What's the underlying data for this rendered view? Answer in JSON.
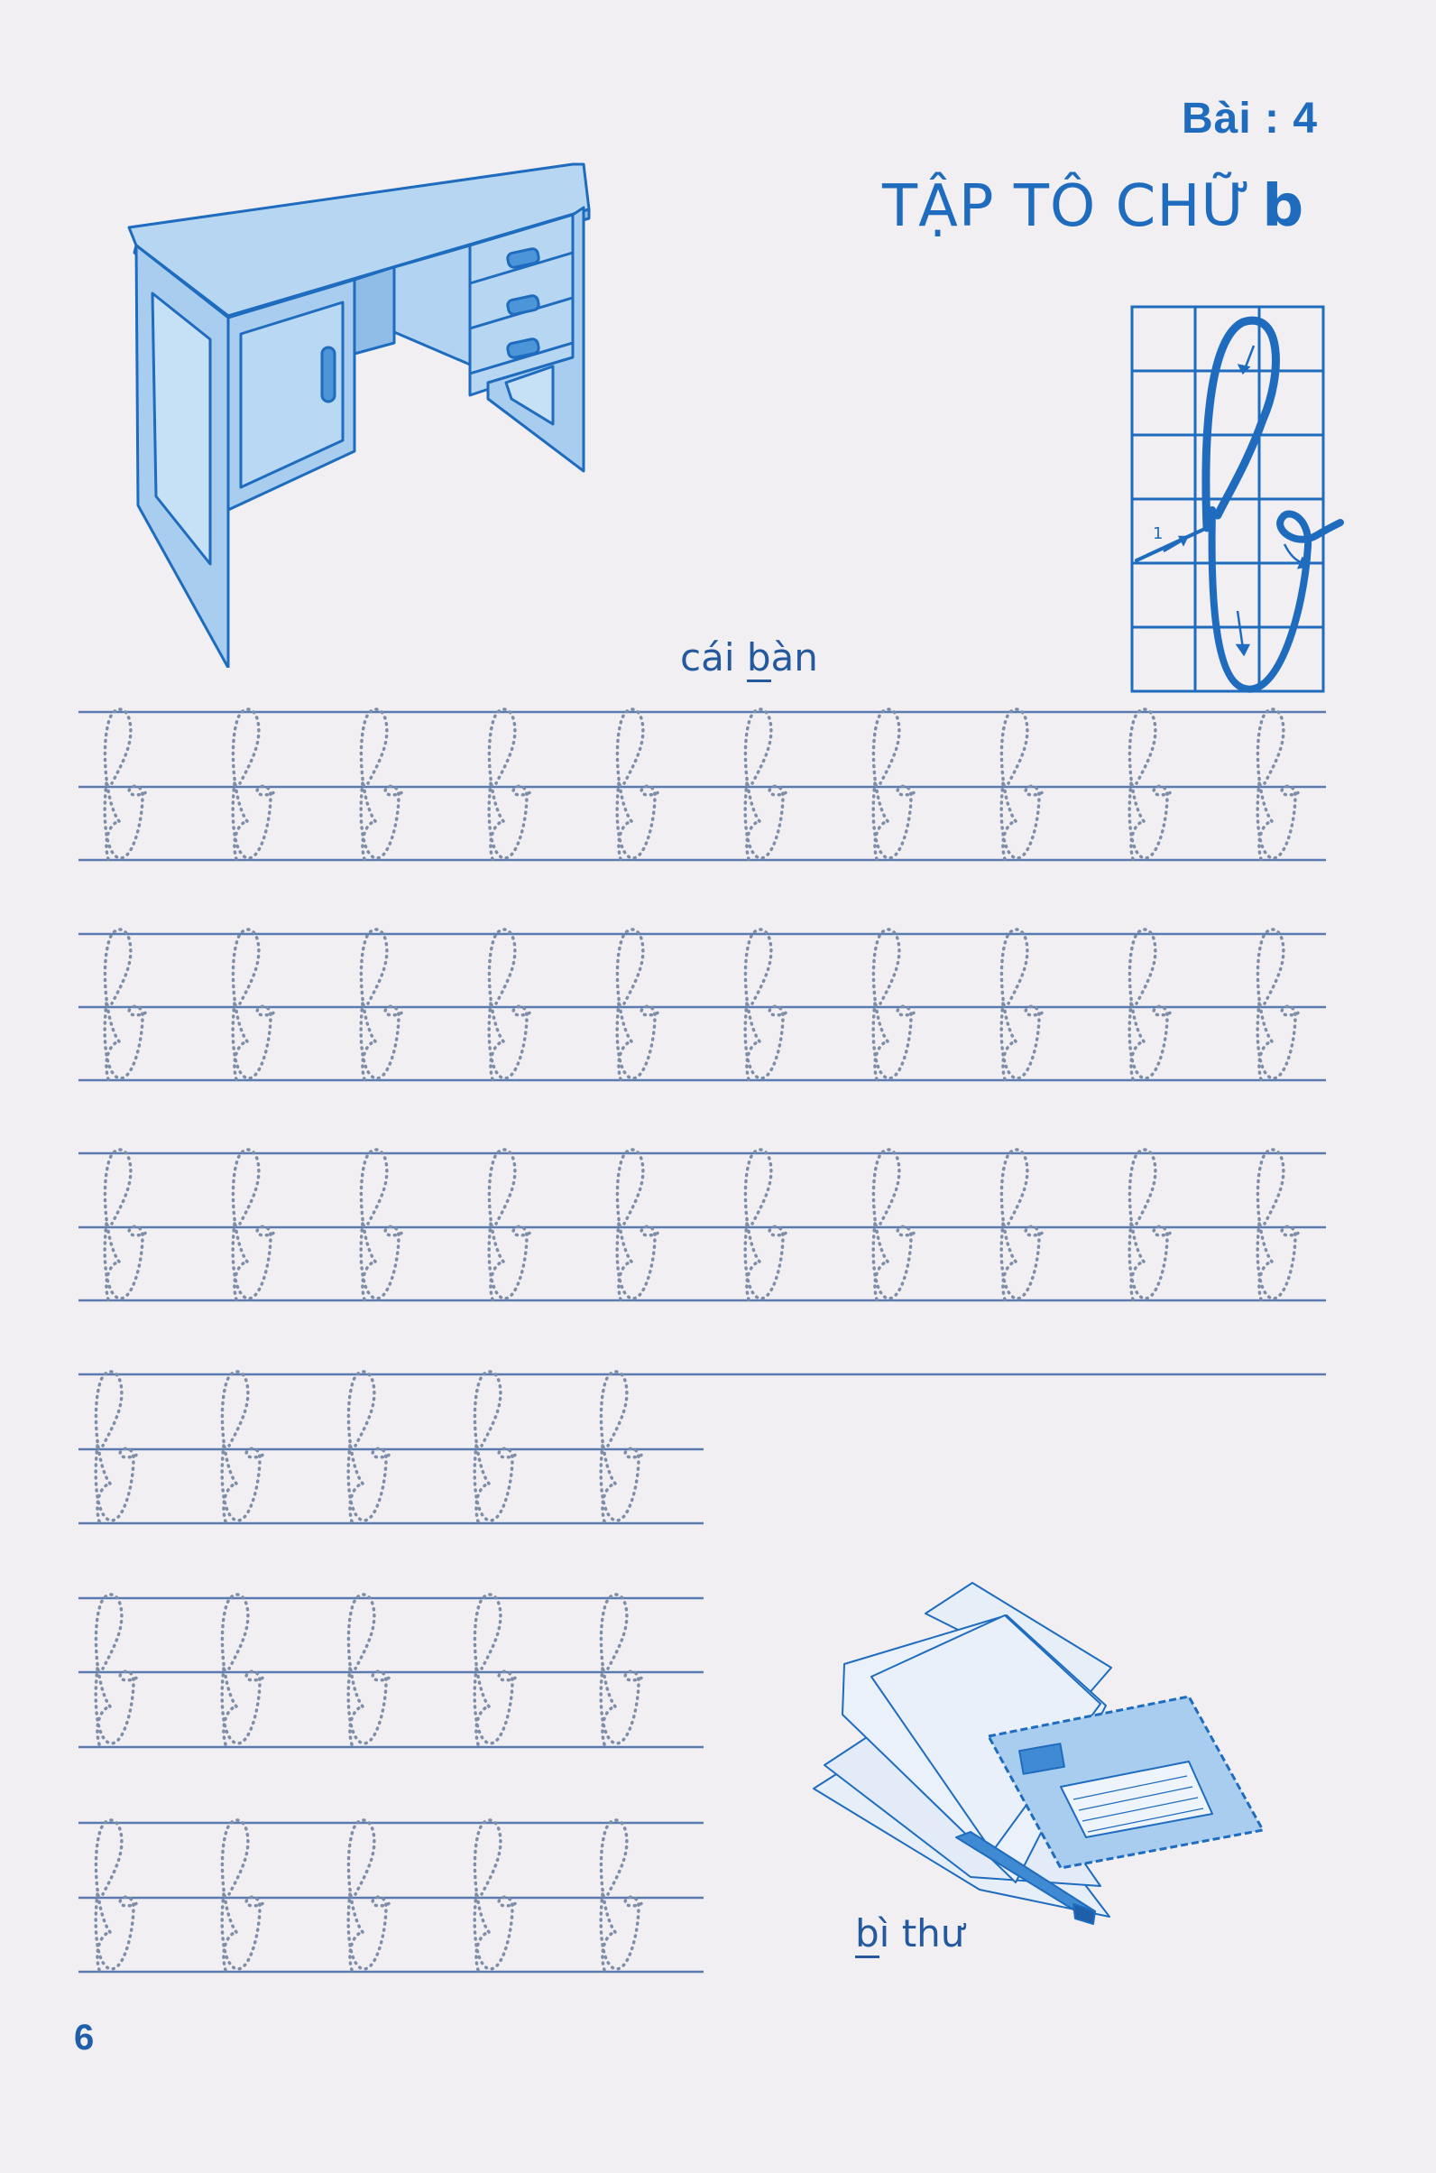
{
  "header": {
    "lesson_number": "Bài : 4",
    "title_prefix": "TẬP TÔ CHỮ",
    "title_letter": "b"
  },
  "illustrations": {
    "desk": {
      "icon": "desk-illustration",
      "caption_pre": "cái ",
      "caption_highlight": "b",
      "caption_post": "àn"
    },
    "envelope": {
      "icon": "envelope-illustration",
      "caption_pre": "",
      "caption_highlight": "b",
      "caption_post": "ì thư"
    }
  },
  "demo_letter": {
    "letter": "b",
    "grid_cols": 3,
    "grid_rows": 6,
    "stroke_start_label": "1",
    "stroke_arrows": 4
  },
  "practice": {
    "letter": "b",
    "rows": [
      {
        "letters": 10,
        "line_length": "full"
      },
      {
        "letters": 10,
        "line_length": "full"
      },
      {
        "letters": 10,
        "line_length": "full"
      },
      {
        "letters": 5,
        "line_length": "half"
      },
      {
        "letters": 5,
        "line_length": "half"
      },
      {
        "letters": 5,
        "line_length": "half"
      }
    ]
  },
  "colors": {
    "primary_blue": "#1f6cbf",
    "light_blue_fill": "#a9cdef",
    "guide_line": "#5b7bb0",
    "dotted_letter": "#7e8ea8",
    "page_background": "#f1eff2"
  },
  "footer": {
    "page_number": "6"
  }
}
